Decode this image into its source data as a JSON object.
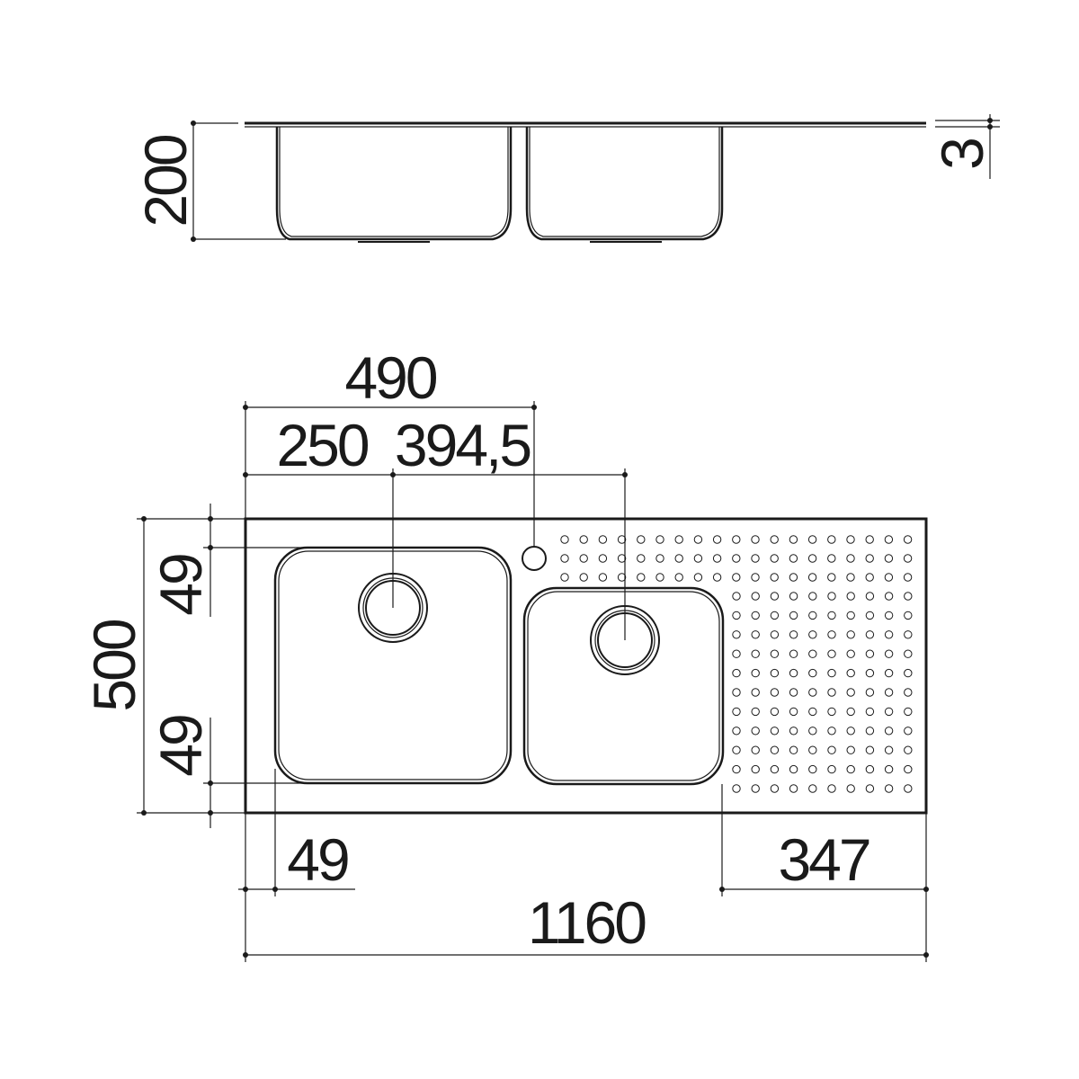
{
  "side_view": {
    "height_label": "200",
    "thickness_label": "3"
  },
  "top_view": {
    "dim_490": "490",
    "dim_250": "250",
    "dim_394_5": "394,5",
    "dim_top_49": "49",
    "dim_500": "500",
    "dim_bottom_49": "49",
    "dim_left_49": "49",
    "dim_347": "347",
    "dim_1160": "1160"
  },
  "colors": {
    "ink": "#1a1a1a",
    "background": "#ffffff"
  }
}
